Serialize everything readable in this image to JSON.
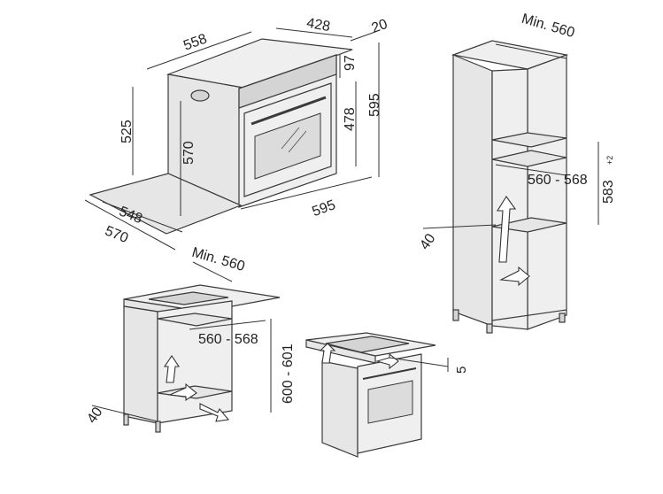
{
  "oven_view": {
    "width_depth": "558",
    "front_depth": "428",
    "panel_depth": "20",
    "control_height": "97",
    "body_height_side": "525",
    "inner_height": "570",
    "door_height": "478",
    "total_height": "595",
    "bottom_depth": "548",
    "outer_depth": "570",
    "front_width": "595"
  },
  "column_view": {
    "min_depth": "Min. 560",
    "niche_width": "560 - 568",
    "niche_height": "583",
    "niche_height_tolerance": "+2",
    "vent_gap": "40"
  },
  "under_counter_view": {
    "min_depth": "Min. 560",
    "niche_width": "560 - 568",
    "niche_height": "600 - 601",
    "vent_gap": "40"
  },
  "hob_view": {
    "clearance": "5"
  }
}
